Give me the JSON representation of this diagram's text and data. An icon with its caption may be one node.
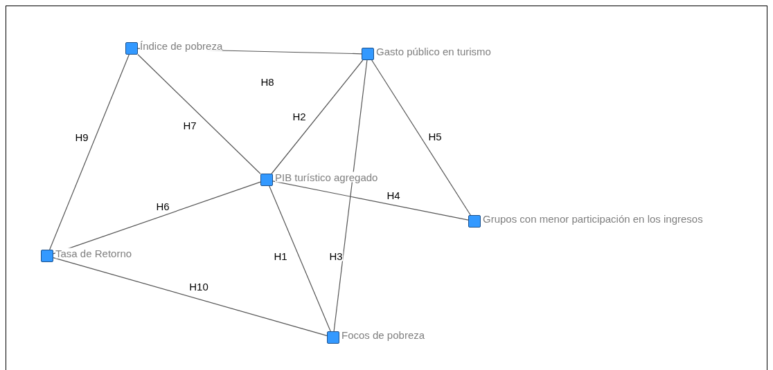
{
  "diagram": {
    "nodes": [
      {
        "text": [],
        "shape": "box",
        "beside": [
          "Índice de pobreza"
        ]
      },
      {
        "text": [],
        "shape": "box",
        "beside": [
          "Gasto público en turismo"
        ]
      },
      {
        "text": [],
        "shape": "box",
        "beside": [
          "PIB turístico agregado"
        ]
      },
      {
        "text": [],
        "shape": "box",
        "beside": [
          "Grupos con menor participación en los ingresos"
        ]
      },
      {
        "text": [],
        "shape": "box",
        "beside": [
          "Tasa de Retorno"
        ]
      },
      {
        "text": [],
        "shape": "box",
        "beside": [
          "Focos de pobreza"
        ]
      }
    ],
    "edges": [
      {
        "from": 2,
        "to": 5,
        "arrow": "none",
        "label": "H1"
      },
      {
        "from": 2,
        "to": 1,
        "arrow": "none",
        "label": "H2"
      },
      {
        "from": 1,
        "to": 5,
        "arrow": "none",
        "label": "H3"
      },
      {
        "from": 2,
        "to": 3,
        "arrow": "none",
        "label": "H4"
      },
      {
        "from": 1,
        "to": 3,
        "arrow": "none",
        "label": "H5"
      },
      {
        "from": 4,
        "to": 2,
        "arrow": "none",
        "label": "H6"
      },
      {
        "from": 0,
        "to": 2,
        "arrow": "none",
        "label": "H7"
      },
      {
        "from": 0,
        "to": 1,
        "arrow": "none",
        "label": "H8"
      },
      {
        "from": 0,
        "to": 4,
        "arrow": "none",
        "label": "H9"
      },
      {
        "from": 4,
        "to": 5,
        "arrow": "none",
        "label": "H10"
      }
    ]
  }
}
